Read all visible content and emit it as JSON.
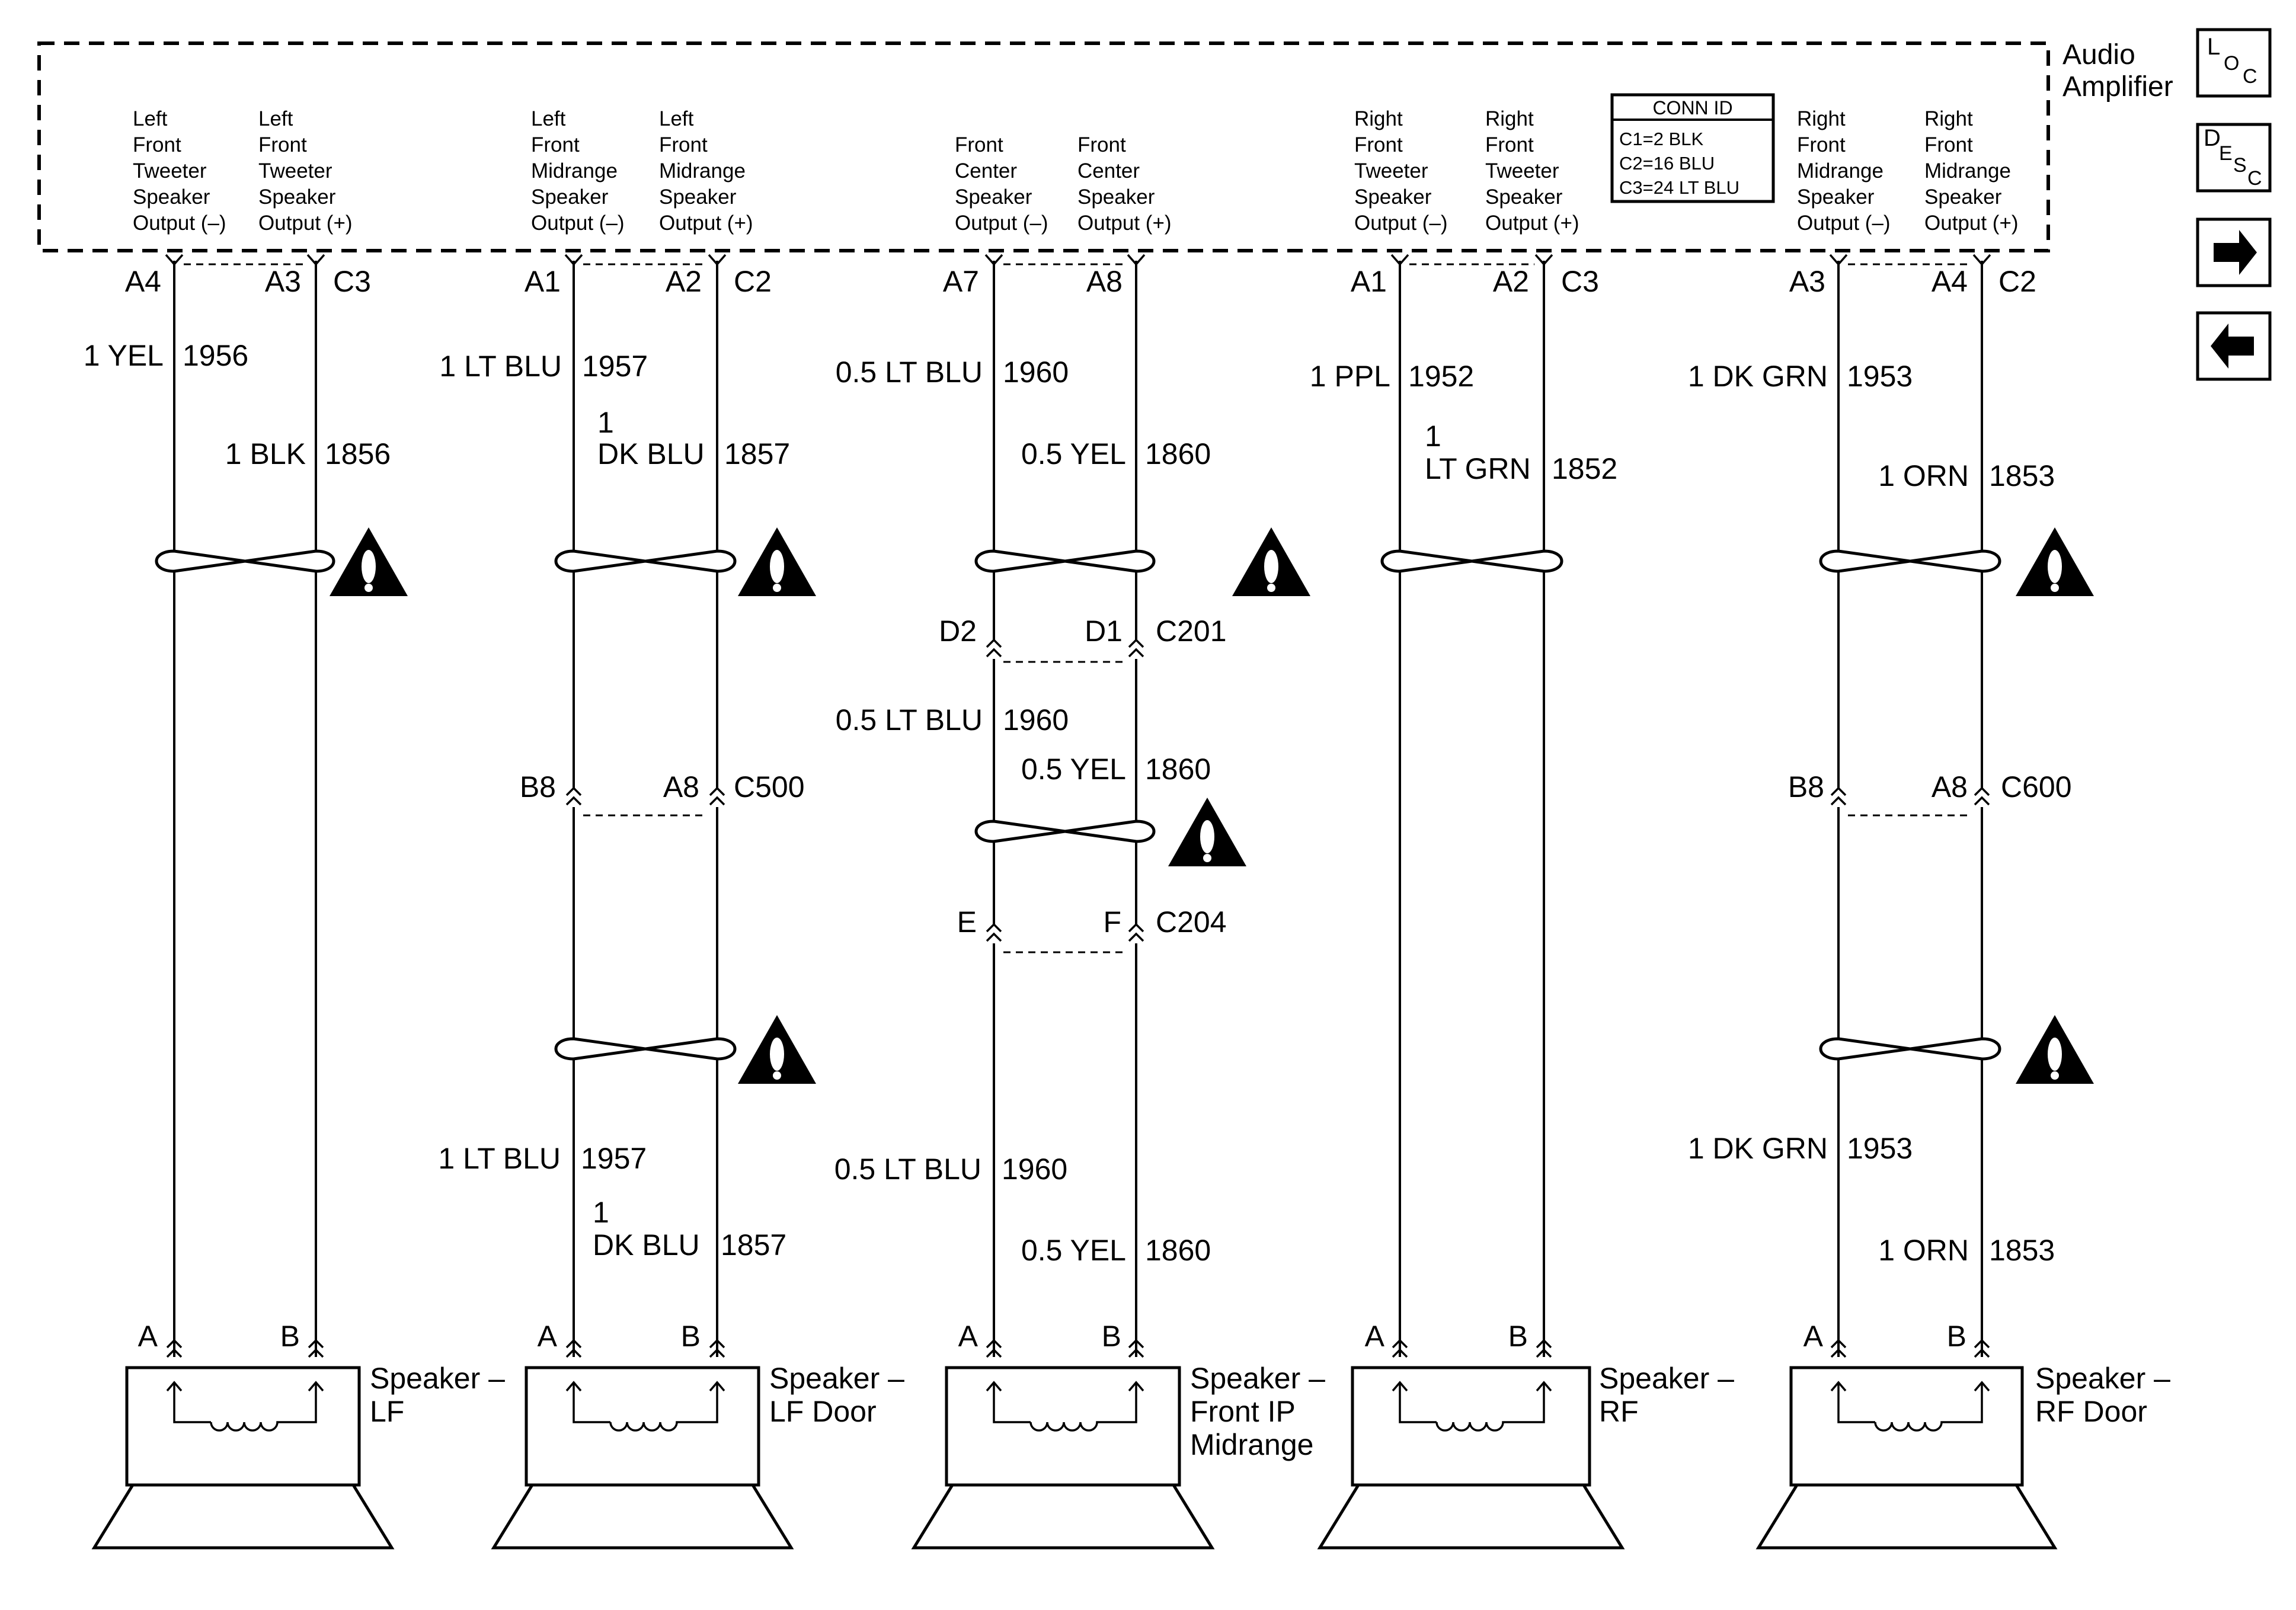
{
  "amplifier": {
    "name_line1": "Audio",
    "name_line2": "Amplifier"
  },
  "conn_id": {
    "title": "CONN ID",
    "c1": "C1=2 BLK",
    "c2": "C2=16 BLU",
    "c3": "C3=24 LT BLU"
  },
  "nav_buttons": {
    "loc": {
      "main": "L",
      "sub": "O",
      "sub2": "C",
      "icon": "location-icon"
    },
    "desc": {
      "main": "D",
      "sub": "E",
      "sub2": "S",
      "sub3": "C",
      "icon": "description-icon"
    },
    "forward": {
      "icon": "arrow-right-icon"
    },
    "back": {
      "icon": "arrow-left-icon"
    }
  },
  "outputs": [
    [
      "Left",
      "Front",
      "Tweeter",
      "Speaker",
      "Output (–)"
    ],
    [
      "Left",
      "Front",
      "Tweeter",
      "Speaker",
      "Output (+)"
    ],
    [
      "Left",
      "Front",
      "Midrange",
      "Speaker",
      "Output (–)"
    ],
    [
      "Left",
      "Front",
      "Midrange",
      "Speaker",
      "Output (+)"
    ],
    [
      "Front",
      "Center",
      "Speaker",
      "Output (–)"
    ],
    [
      "Front",
      "Center",
      "Speaker",
      "Output (+)"
    ],
    [
      "Right",
      "Front",
      "Tweeter",
      "Speaker",
      "Output (–)"
    ],
    [
      "Right",
      "Front",
      "Tweeter",
      "Speaker",
      "Output (+)"
    ],
    [
      "Right",
      "Front",
      "Midrange",
      "Speaker",
      "Output (–)"
    ],
    [
      "Right",
      "Front",
      "Midrange",
      "Speaker",
      "Output (+)"
    ]
  ],
  "amp_pins": [
    "A4",
    "A3",
    "C3",
    "A1",
    "A2",
    "C2",
    "A7",
    "A8",
    "A1",
    "A2",
    "C3",
    "A3",
    "A4",
    "C2"
  ],
  "wire_labels": [
    "1 YEL",
    "1956",
    "1 BLK",
    "1856",
    "1 LT BLU",
    "1957",
    "1",
    "DK BLU",
    "1857",
    "0.5 LT BLU",
    "1960",
    "0.5 YEL",
    "1860",
    "1 PPL",
    "1952",
    "1",
    "LT GRN",
    "1852",
    "1 DK GRN",
    "1953",
    "1 ORN",
    "1853",
    "0.5 LT BLU",
    "1960",
    "0.5 YEL",
    "1860",
    "1 LT BLU",
    "1957",
    "1",
    "DK BLU",
    "1857",
    "0.5 LT BLU",
    "1960",
    "0.5 YEL",
    "1860",
    "1 DK GRN",
    "1953",
    "1 ORN",
    "1853"
  ],
  "inline_connectors": [
    "D2",
    "D1",
    "C201",
    "B8",
    "A8",
    "C500",
    "E",
    "F",
    "C204",
    "B8",
    "A8",
    "C600"
  ],
  "speaker_pins": [
    "A",
    "B",
    "A",
    "B",
    "A",
    "B",
    "A",
    "B",
    "A",
    "B"
  ],
  "speakers": [
    [
      "Speaker –",
      "LF"
    ],
    [
      "Speaker –",
      "LF Door"
    ],
    [
      "Speaker –",
      "Front IP",
      "Midrange"
    ],
    [
      "Speaker –",
      "RF"
    ],
    [
      "Speaker –",
      "RF Door"
    ]
  ],
  "warning_icon": "warning-icon"
}
